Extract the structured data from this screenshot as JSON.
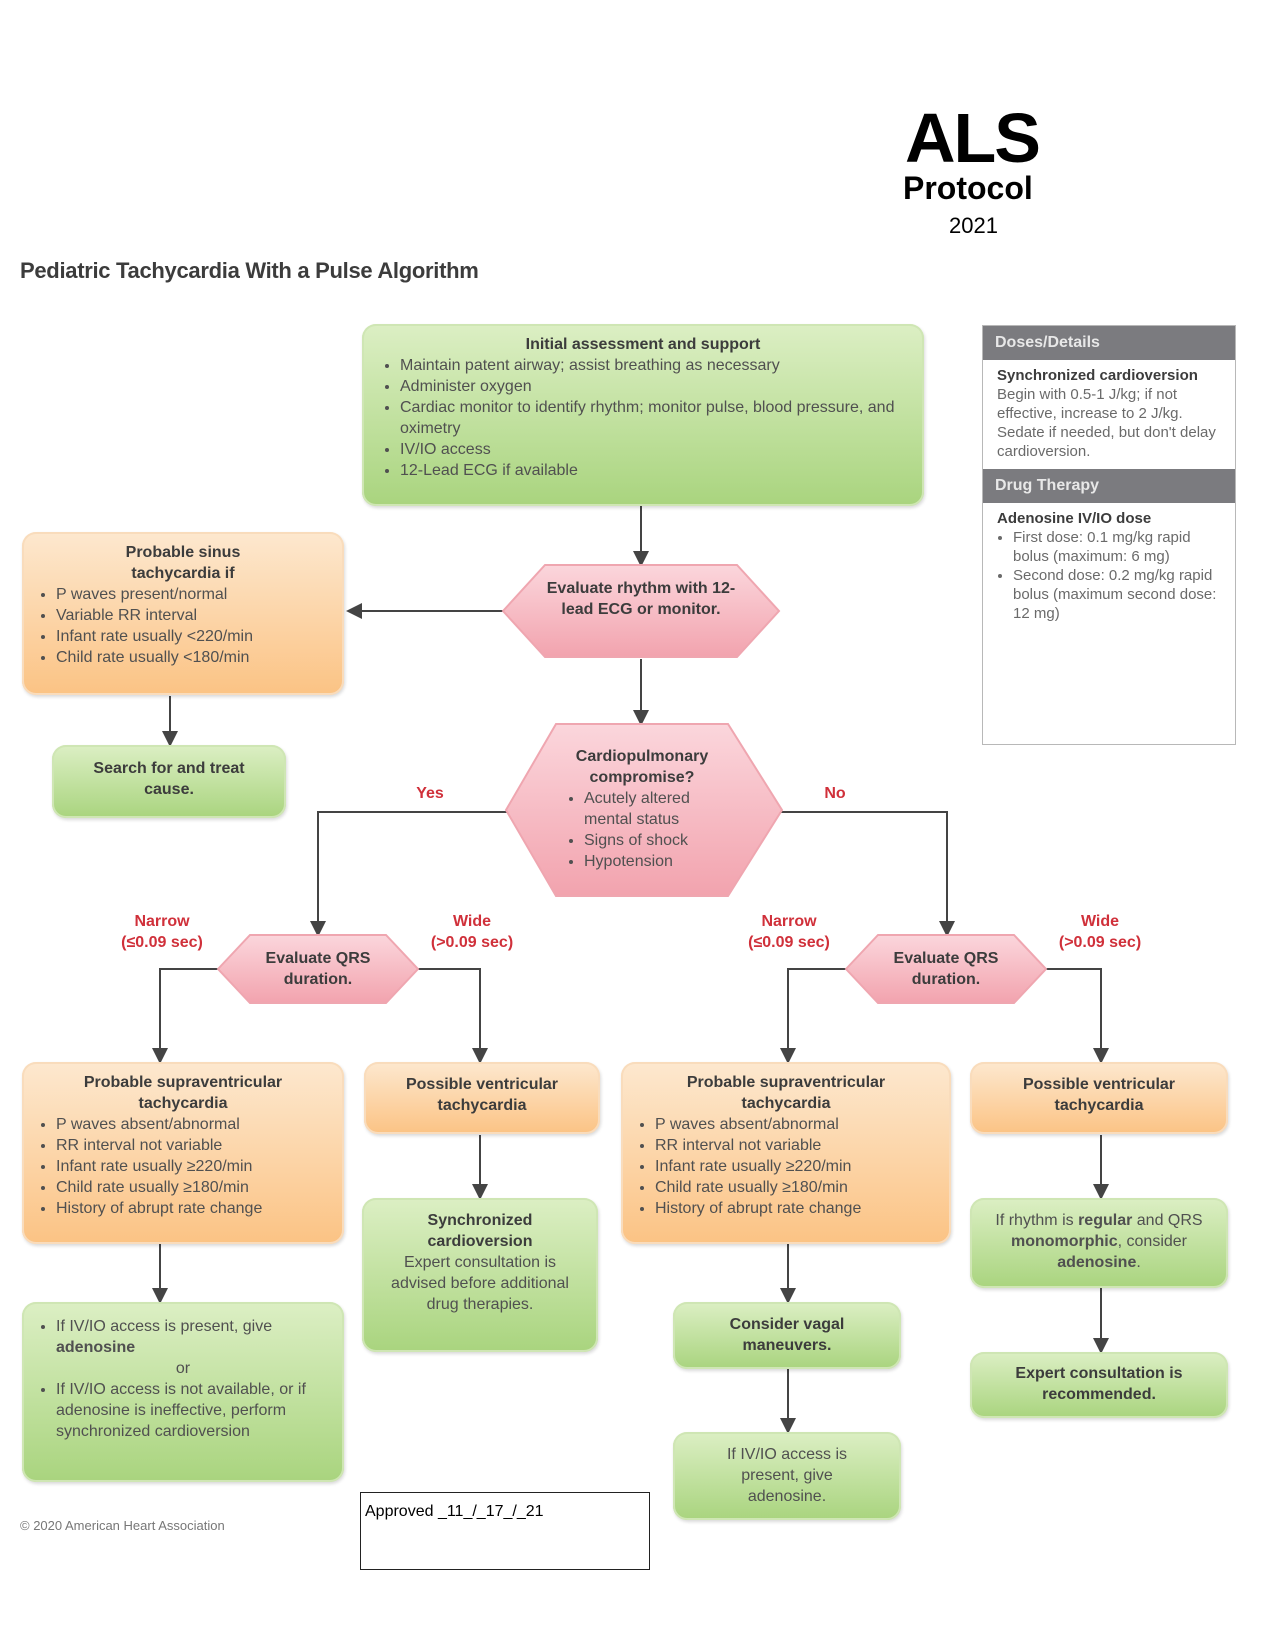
{
  "header": {
    "als": "ALS",
    "protocol": "Protocol",
    "year": "2021"
  },
  "title": "Pediatric Tachycardia With a Pulse Algorithm",
  "initial": {
    "title": "Initial assessment and support",
    "items": [
      "Maintain patent airway; assist breathing as necessary",
      "Administer oxygen",
      "Cardiac monitor to identify rhythm; monitor pulse, blood pressure, and oximetry",
      "IV/IO access",
      "12-Lead ECG if available"
    ]
  },
  "evaluate_rhythm": "Evaluate rhythm with 12-lead ECG or monitor.",
  "sinus": {
    "title": "Probable sinus tachycardia if",
    "items": [
      "P waves present/normal",
      "Variable RR interval",
      "Infant rate usually <220/min",
      "Child rate usually <180/min"
    ]
  },
  "search_treat": "Search for and treat cause.",
  "cardiopulmonary": {
    "title": "Cardiopulmonary compromise?",
    "items": [
      "Acutely altered mental status",
      "Signs of shock",
      "Hypotension"
    ]
  },
  "yes": "Yes",
  "no": "No",
  "narrow": "Narrow",
  "narrow_range": "(≤0.09 sec)",
  "wide": "Wide",
  "wide_range": "(>0.09 sec)",
  "evaluate_qrs": "Evaluate QRS duration.",
  "svt": {
    "title": "Probable supraventricular tachycardia",
    "items": [
      "P waves absent/abnormal",
      "RR interval not variable",
      "Infant rate usually ≥220/min",
      "Child rate usually ≥180/min",
      "History of abrupt rate change"
    ]
  },
  "vt": {
    "title": "Possible ventricular tachycardia"
  },
  "left_svt_action": {
    "item1_pre": "If IV/IO access is present, give ",
    "item1_bold": "adenosine",
    "or": "or",
    "item2": "If IV/IO access is not available, or if adenosine is ineffective, perform synchronized cardioversion"
  },
  "sync_cardio": {
    "title": "Synchronized cardioversion",
    "text": "Expert consultation is advised before additional drug therapies."
  },
  "vagal": "Consider vagal maneuvers.",
  "right_adenosine": "If IV/IO access is present, give adenosine.",
  "regular": {
    "p1": "If rhythm is ",
    "b1": "regular",
    "p2": " and QRS ",
    "b2": "monomorphic",
    "p3": ", consider ",
    "b3": "adenosine",
    "p4": "."
  },
  "expert": "Expert consultation is recommended.",
  "doses": {
    "header": "Doses/Details",
    "sync_title": "Synchronized cardioversion",
    "sync_text": "Begin with 0.5-1 J/kg; if not effective, increase to 2 J/kg. Sedate if needed, but don't delay cardioversion.",
    "drug_header": "Drug Therapy",
    "aden_title": "Adenosine IV/IO dose",
    "aden_items": [
      "First dose: 0.1 mg/kg rapid bolus (maximum: 6 mg)",
      "Second dose: 0.2 mg/kg rapid bolus (maximum second dose: 12 mg)"
    ]
  },
  "copyright": "© 2020 American Heart Association",
  "approved": "Approved _11_/_17_/_21"
}
